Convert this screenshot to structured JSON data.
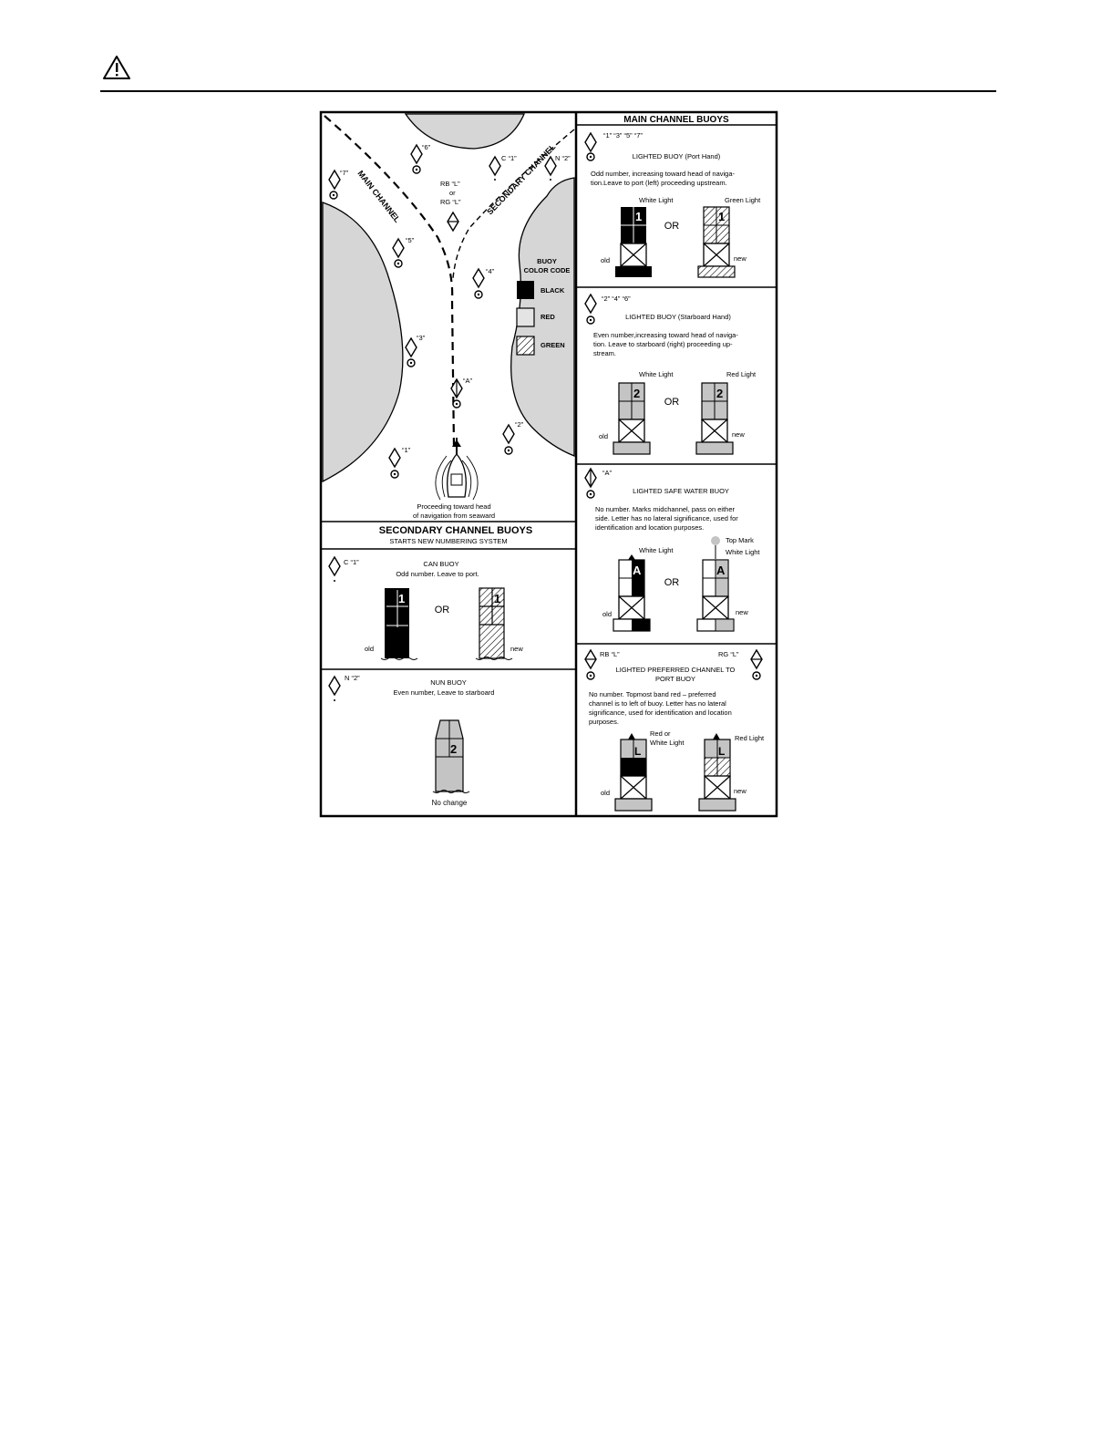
{
  "colors": {
    "land": "#d6d6d6",
    "gray": "#c4c4c4",
    "black": "#000000"
  },
  "icons": {
    "warning": "warning-triangle-icon"
  },
  "map": {
    "main_channel": "MAIN CHANNEL",
    "secondary_channel": "SECONDARY CHANNEL",
    "buoy_labels": {
      "b7": "“7”",
      "b6": "“6”",
      "c1": "C “1”",
      "n2": "N “2”",
      "b5": "“5”",
      "b4": "“4”",
      "b3": "“3”",
      "bA": "“A”",
      "b2": "“2”",
      "b1": "“1”"
    },
    "rb_label": "RB  “L”",
    "or_small": "or",
    "rg_label": "RG  “L”",
    "legend_title1": "BUOY",
    "legend_title2": "COLOR CODE",
    "legend": [
      "BLACK",
      "RED",
      "GREEN"
    ],
    "caption1": "Proceeding toward head",
    "caption2": "of navigation from seaward"
  },
  "secondary": {
    "title": "SECONDARY CHANNEL BUOYS",
    "subtitle": "STARTS NEW NUMBERING SYSTEM",
    "can": {
      "code": "C  “1”",
      "name": "CAN BUOY",
      "desc": "Odd number.  Leave to port.",
      "or": "OR",
      "old": "old",
      "new": "new",
      "num": "1"
    },
    "nun": {
      "code": "N  “2”",
      "name": "NUN BUOY",
      "desc": "Even number,  Leave to starboard",
      "num": "2",
      "change": "No change"
    }
  },
  "main": {
    "title": "MAIN CHANNEL BUOYS",
    "port": {
      "codes": "“1” “3” “5” “7”",
      "name": "LIGHTED BUOY (Port Hand)",
      "desc1": "Odd number, increasing toward head of naviga-",
      "desc2": "tion.Leave to port (left) proceeding upstream.",
      "light_old": "White Light",
      "light_new": "Green Light",
      "or": "OR",
      "old": "old",
      "new": "new",
      "num": "1"
    },
    "starboard": {
      "codes": "“2” “4” “6”",
      "name": "LIGHTED BUOY (Starboard Hand)",
      "desc1": "Even number,increasing toward head of naviga-",
      "desc2": "tion. Leave to  starboard  (right) proceeding up-",
      "desc3": "stream.",
      "light_old": "White Light",
      "light_new": "Red Light",
      "or": "OR",
      "old": "old",
      "new": "new",
      "num": "2"
    },
    "safe": {
      "code": "“A”",
      "name": "LIGHTED SAFE WATER BUOY",
      "desc1": "No  number.  Marks  midchannel, pass on  either",
      "desc2": "side. Letter has no lateral significance, used for",
      "desc3": "identification and location purposes.",
      "light_old": "White Light",
      "topmark": "Top Mark",
      "light_new": "White Light",
      "or": "OR",
      "old": "old",
      "new": "new",
      "letter": "A"
    },
    "preferred": {
      "rb": "RB  “L”",
      "rg": "RG  “L”",
      "name1": "LIGHTED PREFERRED CHANNEL TO",
      "name2": "PORT BUOY",
      "desc1": "No  number.  Topmost band red – preferred",
      "desc2": "channel is to left of buoy. Letter has no lateral",
      "desc3": "significance, used for identification and location",
      "desc4": "purposes.",
      "light_old1": "Red or",
      "light_old2": "White Light",
      "light_new": "Red Light",
      "old": "old",
      "new": "new",
      "letter": "L"
    }
  }
}
